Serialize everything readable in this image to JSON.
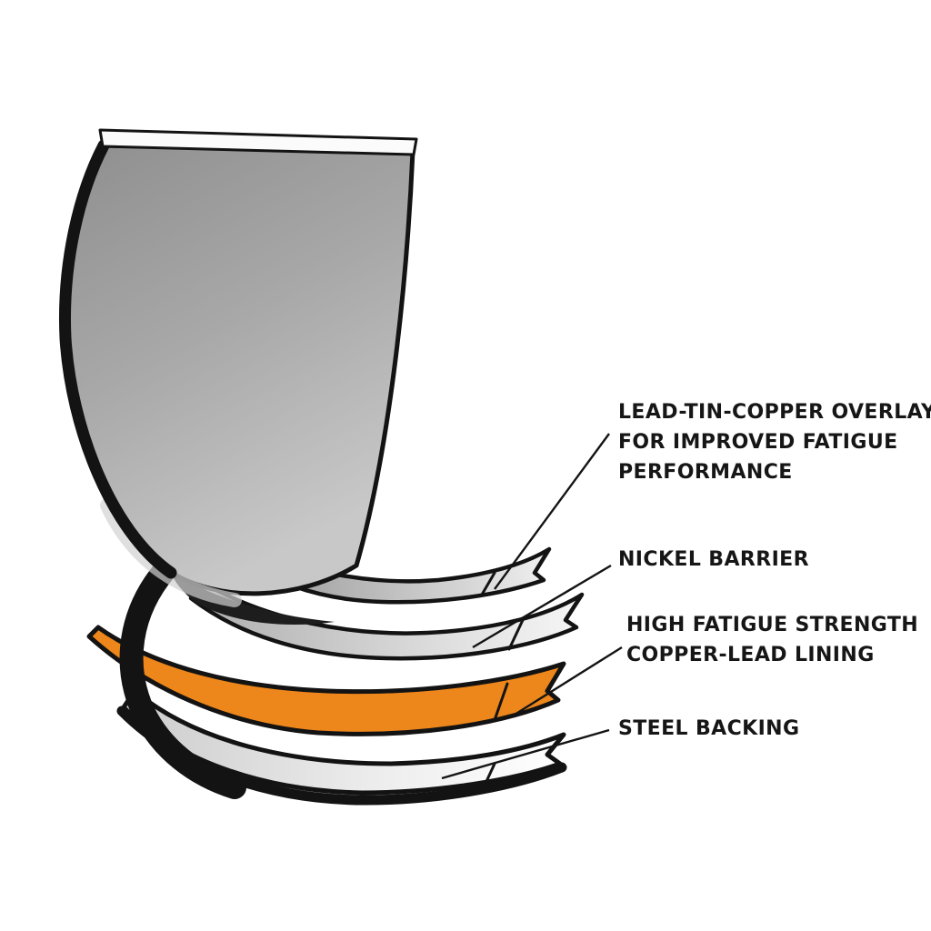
{
  "diagram": {
    "name": "engine-bearing-layer-cutaway",
    "callouts": [
      {
        "id": "overlay",
        "lines": [
          "LEAD-TIN-COPPER OVERLAY",
          "FOR IMPROVED FATIGUE",
          "PERFORMANCE"
        ]
      },
      {
        "id": "nickel",
        "lines": [
          "NICKEL BARRIER"
        ]
      },
      {
        "id": "copper_lead",
        "lines": [
          "HIGH FATIGUE STRENGTH",
          "COPPER-LEAD LINING"
        ]
      },
      {
        "id": "steel",
        "lines": [
          "STEEL BACKING"
        ]
      }
    ],
    "colors": {
      "copper_lead_lining": "#ed861b",
      "shell_gray": "#a8a8a8",
      "steel_face": "#f2f2f2",
      "outline": "#141414",
      "label_text": "#161616",
      "background": "#ffffff"
    }
  }
}
